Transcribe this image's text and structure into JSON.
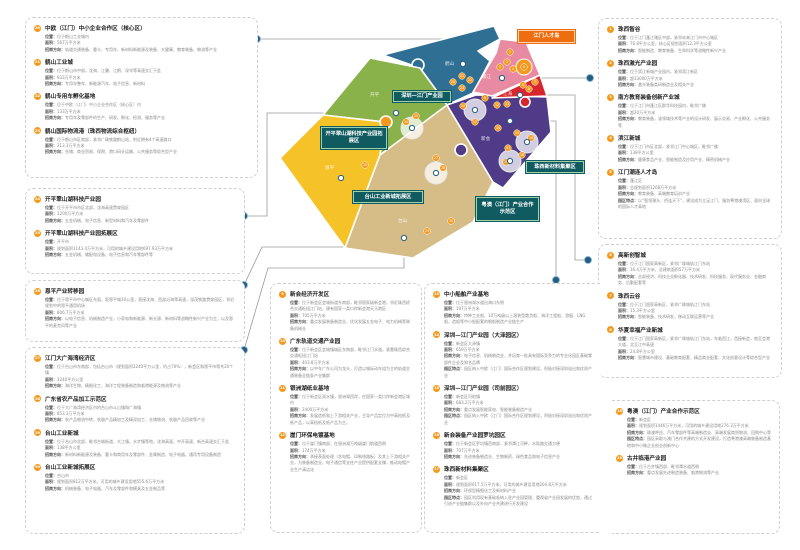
{
  "map": {
    "regions": {
      "heshan": "鹤山",
      "kaiping": "开平",
      "enping": "恩平",
      "taishan": "台山",
      "xinhui": "新会",
      "pengjiang": "蓬江",
      "jianghai": "江海"
    },
    "labels": {
      "talent_island": "江门人才岛",
      "shenzhen_park": "深圳—江门产业园",
      "kaiping_ext": "开平翠山湖科技产业园拓展区",
      "taishan_ext": "台山工业新城拓展区",
      "zhuxi_material": "珠西新材料集聚区",
      "yueao": "粤澳（江门）产业合作示范区"
    },
    "pins": [
      "20",
      "21",
      "22",
      "23",
      "1",
      "2",
      "3",
      "4",
      "5",
      "6",
      "7",
      "8",
      "9",
      "10",
      "11",
      "12",
      "13",
      "14",
      "15",
      "16",
      "17",
      "18",
      "19",
      "24",
      "25",
      "26",
      "27",
      "28",
      "29",
      "30"
    ],
    "colors": {
      "heshan": "#2f6f94",
      "kaiping": "#8ab24a",
      "enping": "#f5c228",
      "taishan": "#d6bd88",
      "xinhui": "#4f3b87",
      "pengjiang": "#e98aa3",
      "jianghai": "#d8262f",
      "accent": "#f39a1e",
      "dot": "#245e85"
    }
  },
  "boxes": {
    "left1": [
      {
        "num": "20",
        "title": "中欧（江门）中小企业合作区（核心区）",
        "rows": [
          {
            "k": "位置：",
            "v": "位于鹤山工业城内"
          },
          {
            "k": "面积：",
            "v": "567万平方米"
          },
          {
            "k": "招商方向：",
            "v": "轨道交通装备、重卡、专用车、新材料新能源及装备、大健康、教育装备、物流等产业"
          }
        ]
      },
      {
        "num": "21",
        "title": "鹤山工业城",
        "rows": [
          {
            "k": "位置：",
            "v": "位于鹤山市中部，沈海、江肇、江鹤、深岑等高速交汇于此"
          },
          {
            "k": "面积：",
            "v": "933万平方米"
          },
          {
            "k": "招商方向：",
            "v": "专用车整车、新能源汽车、电子信息、新材料"
          }
        ]
      },
      {
        "num": "22",
        "title": "鹤山专用车孵化基地",
        "rows": [
          {
            "k": "位置：",
            "v": "位于中欧（江门）中小企业合作区（核心区）内"
          },
          {
            "k": "面积：",
            "v": "133万平方米"
          },
          {
            "k": "招商方向：",
            "v": "专用车及零部件的生产、研发、孵化、检测、服务等产业"
          }
        ]
      },
      {
        "num": "23",
        "title": "鹤山国际物流港（珠西物流综合枢纽）",
        "rows": [
          {
            "k": "位置：",
            "v": "位于鹤山市区南部，紧邻广珠铁路鹤山站，附近拥有4个高速路口"
          },
          {
            "k": "面积：",
            "v": "213.3万平方米"
          },
          {
            "k": "招商方向：",
            "v": "仓储、商业贸易、保税、港口码头运输、公共服务等综合型产业"
          }
        ]
      }
    ],
    "left2": [
      {
        "num": "24",
        "title": "开平翠山湖科技产业园",
        "rows": [
          {
            "k": "位置：",
            "v": "位于开平市市区北部，沈海高速贯穿园区"
          },
          {
            "k": "面积：",
            "v": "1200万平方米"
          },
          {
            "k": "招商方向：",
            "v": "五金机械、电子信息、新型材料和汽车及零部件"
          }
        ]
      },
      {
        "num": "25",
        "title": "开平翠山湖科技产业园拓展区",
        "rows": [
          {
            "k": "位置：",
            "v": "开平市"
          },
          {
            "k": "面积：",
            "v": "规划面积1143.4万平方米，可用的城乡建设用地697.93万平方米"
          },
          {
            "k": "招商方向：",
            "v": "五金机械、输配电设备、电子信息和汽车零部件等"
          }
        ]
      }
    ],
    "left3": [
      {
        "num": "26",
        "title": "恩平产业转移园",
        "rows": [
          {
            "k": "位置：",
            "v": "位于恩平市中心城区东面，距恩平城10公里，直接沈海、西部沿海等高速，深茂铁路贯穿园区，邻近规划中的恩平通用机场"
          },
          {
            "k": "面积：",
            "v": "806.7万平方米"
          },
          {
            "k": "招商方向：",
            "v": "以电子信息、机械制造产业，小家电和新能源、新光源、新材料等战略性新兴产业为主，以及恩平的麦克风等产业"
          }
        ]
      }
    ],
    "left4": [
      {
        "num": "27",
        "title": "江门大广海湾经济区",
        "rows": [
          {
            "k": "位置：",
            "v": "位于台山市东南部，包括台山市（规划面积2240平方公里，约占70%），新会区和恩平市等共20个镇"
          },
          {
            "k": "面积：",
            "v": "3240平方公里"
          },
          {
            "k": "招商方向：",
            "v": "海洋生物、精细化工、海洋工程装备制造和临港能源及物流等产业"
          }
        ]
      },
      {
        "num": "28",
        "title": "广东省农产品加工示范区",
        "rows": [
          {
            "k": "位置：",
            "v": "位于大广海湾经济区内的台山市斗山镇和广海镇"
          },
          {
            "k": "面积：",
            "v": "853.3万平方米"
          },
          {
            "k": "招商方向：",
            "v": "农产品物流中转、农副产品精加工及精深加工、仓储物流、农副产品回收等产业"
          }
        ]
      },
      {
        "num": "29",
        "title": "台山工业新城",
        "rows": [
          {
            "k": "位置：",
            "v": "位于台山市北部，毗邻台城街道、大江镇、水步镇等地，沈海高速、中开高速、新台高速交汇于此"
          },
          {
            "k": "面积：",
            "v": "138平方公里"
          },
          {
            "k": "招商方向：",
            "v": "新材料新能源及装备、重卡和商用车及零部件、金属制造、电子电器、通用专用设备制造"
          }
        ]
      },
      {
        "num": "30",
        "title": "台山工业新城拓展区",
        "rows": [
          {
            "k": "位置：",
            "v": "台山市"
          },
          {
            "k": "面积：",
            "v": "规划面积812万平方米，可用的城乡建设用地555.6万平方米"
          },
          {
            "k": "招商方向：",
            "v": "机械装备、电子电器、汽车及零部件和模具及五金制品等"
          }
        ]
      }
    ],
    "right1": [
      {
        "num": "1",
        "title": "珠西智谷",
        "rows": [
          {
            "k": "位置：",
            "v": "位于江门蓬江辖区中部，紧邻未来江门市中心城区"
          },
          {
            "k": "面积：",
            "v": "76.8平方公里，核心区规划面积12.3平方公里"
          },
          {
            "k": "招商方向：",
            "v": "智能制造、教育装备、生命科学等战略性新兴产业"
          }
        ]
      },
      {
        "num": "2",
        "title": "珠西激光产业园",
        "rows": [
          {
            "k": "位置：",
            "v": "位于滨江新城产业园内，紧邻滨江新区"
          },
          {
            "k": "面积：",
            "v": "超33000万平方米"
          },
          {
            "k": "招商方向：",
            "v": "激光装备类研制造业及相关产业"
          }
        ]
      },
      {
        "num": "3",
        "title": "南方教育装备创新产业城",
        "rows": [
          {
            "k": "位置：",
            "v": "位于江门市蓬江区群华科技园内，毗邻广佛"
          },
          {
            "k": "面积：",
            "v": "超20万平方米"
          },
          {
            "k": "招商方向：",
            "v": "教育装备，该领域技术等产业的设计研发、展示交易、产业孵化、公共服务等"
          }
        ]
      },
      {
        "num": "4",
        "title": "滨江新城",
        "rows": [
          {
            "k": "位置：",
            "v": "位于江门市区北部，紧邻江门中心城区，毗邻广佛"
          },
          {
            "k": "面积：",
            "v": "138平方公里"
          },
          {
            "k": "招商方向：",
            "v": "健康食品产业、智能制造及应用产业、精密机械产业"
          }
        ]
      },
      {
        "num": "5",
        "title": "江门潮连人才岛",
        "rows": [
          {
            "k": "位置：",
            "v": "蓬江区"
          },
          {
            "k": "面积：",
            "v": "总规划面积1268万平方米"
          },
          {
            "k": "招商方向：",
            "v": "教育装备、高端教育培训产业"
          },
          {
            "k": "园区特点：",
            "v": "以“智领潮头、侨连天下”，建设成为立足江门、服务粤港澳湾区、面向全球的国际人才高地"
          }
        ]
      }
    ],
    "right2": [
      {
        "num": "6",
        "title": "高新创智城",
        "rows": [
          {
            "k": "位置：",
            "v": "位于江门国家高新区，紧邻广珠城轨江门东站"
          },
          {
            "k": "面积：",
            "v": "16.4万平方米，总建筑面积57万平方米"
          },
          {
            "k": "招商方向：",
            "v": "总部经济、科技企业孵化器、技术研发、科技服务、现代服务业、金融商务、后勤配套等"
          }
        ]
      },
      {
        "num": "7",
        "title": "珠西云谷",
        "rows": [
          {
            "k": "位置：",
            "v": "位于江门国家高新区，紧邻广珠城轨江门东站"
          },
          {
            "k": "面积：",
            "v": "15.3平方公里"
          },
          {
            "k": "招商方向：",
            "v": "智能装备、技术研发、移动互联运营等产业"
          }
        ]
      },
      {
        "num": "8",
        "title": "华夏幸福产业新城",
        "rows": [
          {
            "k": "位置：",
            "v": "位于江门国家高新区，紧邻广珠城轨江门东站，东临西江，西接新会，南至会港大道，北至江中高速"
          },
          {
            "k": "面积：",
            "v": "24.8平方公里"
          },
          {
            "k": "招商方向：",
            "v": "智慧城市建设、基础教育配套、精品商业配套、文化创意设计等综合型产业"
          }
        ]
      }
    ],
    "center": [
      {
        "num": "9",
        "title": "新会经济开发区",
        "rows": [
          {
            "k": "位置：",
            "v": "位于新会区会城街道东南部，毗邻国家级新会港，邻近珠西综合交通枢纽江门站，建有国家一类口岸新会港天马港区"
          },
          {
            "k": "面积：",
            "v": "705万平方米"
          },
          {
            "k": "招商方向：",
            "v": "重点发展装备制造业、优化发展五金电子、电力机械等装备机械业"
          }
        ]
      },
      {
        "num": "10",
        "title": "广东轨道交通产业园",
        "rows": [
          {
            "k": "位置：",
            "v": "位于新会区会城镇城区东南部，毗邻江门水道，紧靠珠西综合交通枢纽江门站"
          },
          {
            "k": "面积：",
            "v": "403.8万平方米"
          },
          {
            "k": "招商方向：",
            "v": "以中车广东公司为龙头，打造以城际动车组为主的轨道交通装备全链条产业集群"
          }
        ]
      },
      {
        "num": "11",
        "title": "银洲湖纸业基地",
        "rows": [
          {
            "k": "位置：",
            "v": "位于新会区双水镇，银洲湖西岸，在国家一类口岸新会港区域内"
          },
          {
            "k": "面积：",
            "v": "2400万平方米"
          },
          {
            "k": "招商方向：",
            "v": "发展造纸和上下游相关产业，主导产品定位为中高档纸及纸产品，以高档纸及纸产品为主。"
          }
        ]
      },
      {
        "num": "12",
        "title": "崖门环保电镀基地",
        "rows": [
          {
            "k": "位置：",
            "v": "位于崖门镇南部，在银洲湖万吨级崖门航道西侧"
          },
          {
            "k": "面积：",
            "v": "174万平方米"
          },
          {
            "k": "招商方向：",
            "v": "承接表面处理（含电镀、印制线路板）及其上下游相关产业，为装备制造业、电子通信等支柱产业提供配套支撑，推动电镀产业生产清洁化"
          }
        ]
      }
    ],
    "middle": [
      {
        "num": "13",
        "title": "中小船舶产业基地",
        "rows": [
          {
            "k": "位置：",
            "v": "位于银洲湖水道出海口东侧"
          },
          {
            "k": "面积：",
            "v": "197万平方米"
          },
          {
            "k": "招商方向：",
            "v": "特种工业船、10万吨级以上滚装型散货船、海洋工程船、游艇、LNG船，造船等中小船配套的钢船制造产业链生产"
          }
        ]
      },
      {
        "num": "14",
        "title": "深圳—江门产业园（大泽园区）",
        "rows": [
          {
            "k": "位置：",
            "v": "新会区大泽镇"
          },
          {
            "k": "面积：",
            "v": "659万平方米"
          },
          {
            "k": "招商方向：",
            "v": "电子信息、机械制造业，并培育一批具有国际竞争力的专业化园区基础零部件企业及知名品牌"
          },
          {
            "k": "园区特点：",
            "v": "园区纳入中欧（江门）国际合作区规划建设，积极对接深圳溢出和优质产业"
          }
        ]
      },
      {
        "num": "15",
        "title": "深圳—江门产业园（司前园区）",
        "rows": [
          {
            "k": "位置：",
            "v": "新会区司前镇"
          },
          {
            "k": "面积：",
            "v": "683.2万平方米"
          },
          {
            "k": "招商方向：",
            "v": "重点发展智能家电、智能装备制造产业"
          },
          {
            "k": "园区特点：",
            "v": "园区纳入中欧（江门）国际合作区规划建设，积极对接深圳溢出和优质产业"
          }
        ]
      },
      {
        "num": "16",
        "title": "新会装备产业园罗坑园区",
        "rows": [
          {
            "k": "位置：",
            "v": "位于新会区罗坑镇西南部，紧邻潭江河畔，水陆路交通方便"
          },
          {
            "k": "面积：",
            "v": "707万平方米"
          },
          {
            "k": "招商方向：",
            "v": "先进装备制造业、生物制药、绿色食品和电子信息产业"
          }
        ]
      },
      {
        "num": "17",
        "title": "珠西新材料集聚区",
        "rows": [
          {
            "k": "位置：",
            "v": "新会区"
          },
          {
            "k": "面积：",
            "v": "规划面积617.5万平方米，可用的城乡建设用地204.8万平方米"
          },
          {
            "k": "招商方向：",
            "v": "环保型精细化工及新材料产业"
          },
          {
            "k": "园区特点：",
            "v": "园区利用现有基础吸纳入驻产业园管理、重视省产业园发展的优势，通过引进产业链集群以及外向产业共建进行开发建设"
          }
        ]
      }
    ],
    "right3": [
      {
        "num": "18",
        "title": "粤澳（江门）产业合作示范区",
        "rows": [
          {
            "k": "位置：",
            "v": "新会区"
          },
          {
            "k": "面积：",
            "v": "规划面积1446万平方米，可用的城乡建设用地276.3万平方米"
          },
          {
            "k": "招商方向：",
            "v": "珠澳呼应、汽车零部件等高端制造业、高端发展商贸物流、回购中心等"
          },
          {
            "k": "园区特点：",
            "v": "园区采取与澳门合作共建的方式开发建设，打造粤港澳高端装备制造基地和中小微企业创业创新中心"
          }
        ]
      },
      {
        "num": "19",
        "title": "古井临港产业园",
        "rows": [
          {
            "k": "位置：",
            "v": "位于古井镇西部，毗邻潭水道西侧"
          },
          {
            "k": "招商方向：",
            "v": "重点发展先进制造装备、临港物流等产业"
          }
        ]
      }
    ]
  }
}
